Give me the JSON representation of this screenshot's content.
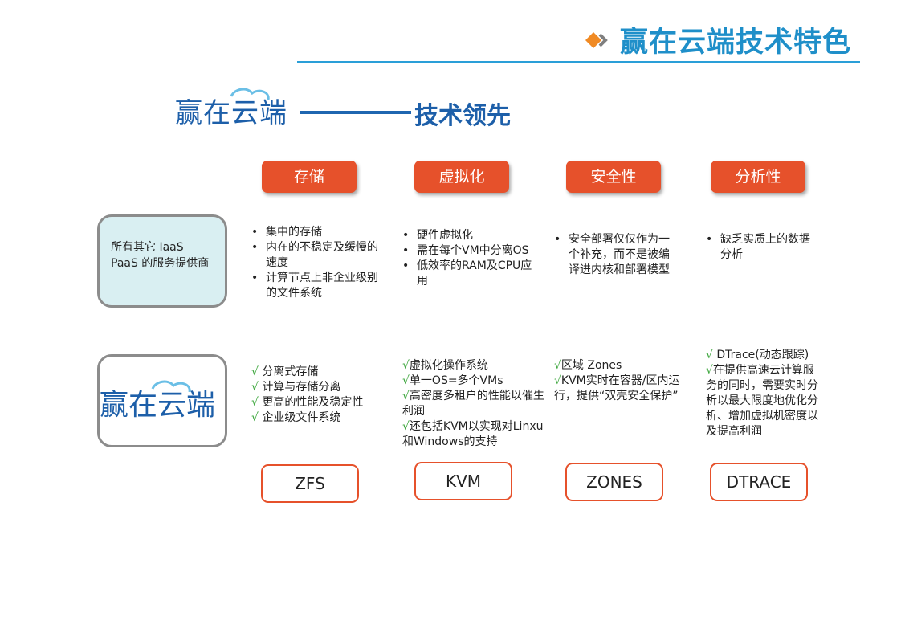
{
  "header": {
    "title": "赢在云端技术特色"
  },
  "logo": {
    "text": "赢在云端"
  },
  "slogan": {
    "text": "技术领先"
  },
  "categories": [
    "存储",
    "虚拟化",
    "安全性",
    "分析性"
  ],
  "others": {
    "label_line1": "所有其它 IaaS",
    "label_line2": "PaaS 的服务提供商",
    "columns": [
      [
        "集中的存储",
        "内在的不稳定及缓慢的速度",
        "计算节点上非企业级别的文件系统"
      ],
      [
        "硬件虚拟化",
        "需在每个VM中分离OS",
        "低效率的RAM及CPU应用"
      ],
      [
        "安全部署仅仅作为一个补充，而不是被编译进内核和部署模型"
      ],
      [
        "缺乏实质上的数据分析"
      ]
    ]
  },
  "ours": {
    "columns": [
      [
        "√ 分离式存储",
        "√ 计算与存储分离",
        "√ 更高的性能及稳定性",
        "√ 企业级文件系统"
      ],
      [
        "√虚拟化操作系统",
        "√单一OS=多个VMs",
        "√高密度多租户的性能以催生利润",
        "√还包括KVM以实现对Linxu和Windows的支持"
      ],
      [
        "√区域 Zones",
        "√KVM实时在容器/区内运行，提供“双壳安全保护”"
      ],
      [
        "√ DTrace(动态跟踪)",
        "√在提供高速云计算服务的同时，需要实时分析以最大限度地优化分析、增加虚拟机密度以及提高利润"
      ]
    ]
  },
  "technologies": [
    "ZFS",
    "KVM",
    "ZONES",
    "DTRACE"
  ],
  "colors": {
    "accent_orange": "#e6512b",
    "title_blue": "#1f8fc9",
    "logo_blue": "#1d5fa9",
    "tick_green": "#3aa53a"
  }
}
